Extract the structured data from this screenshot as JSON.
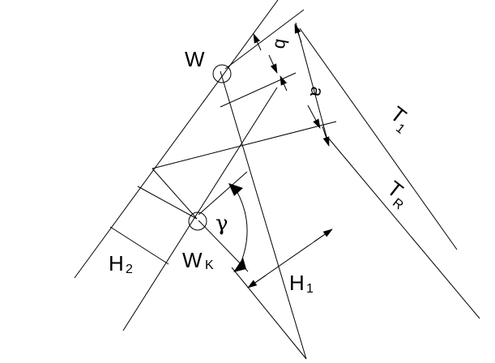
{
  "labels": {
    "W": "W",
    "b": "b",
    "a": "a",
    "T1_main": "T",
    "T1_sub": "1",
    "TR_main": "T",
    "TR_sub": "R",
    "gamma": "γ",
    "WK_main": "W",
    "WK_sub": "K",
    "H2_main": "H",
    "H2_sub": "2",
    "H1_main": "H",
    "H1_sub": "1"
  },
  "colors": {
    "line": "#000000",
    "background": "#ffffff"
  }
}
